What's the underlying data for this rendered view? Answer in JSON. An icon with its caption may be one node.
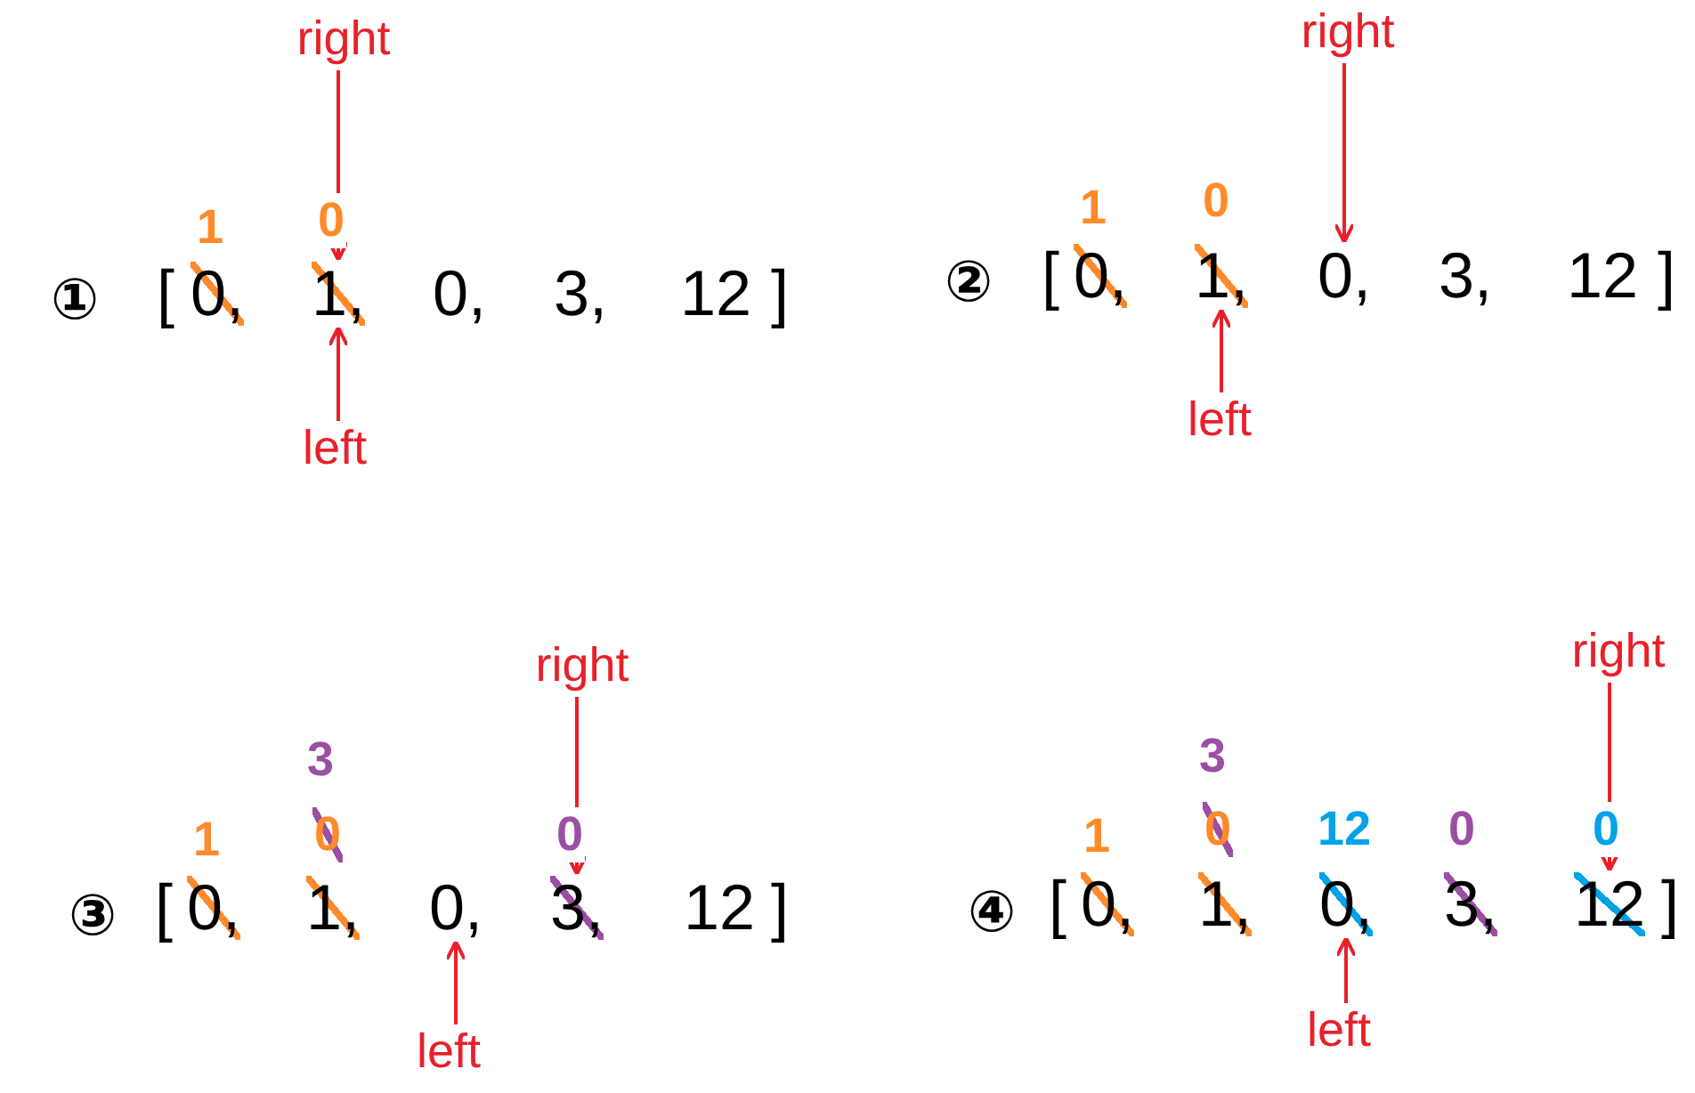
{
  "diagram": {
    "nodes": [
      {
        "text": [
          "right"
        ]
      },
      {
        "text": [
          "0,"
        ]
      },
      {
        "text": [
          "1,"
        ]
      },
      {
        "text": [
          "0,"
        ]
      },
      {
        "text": [
          "3,"
        ]
      },
      {
        "text": [
          "12"
        ]
      },
      {
        "text": [
          "left"
        ]
      },
      {
        "text": [
          "right"
        ]
      },
      {
        "text": [
          "0,"
        ]
      },
      {
        "text": [
          "1,"
        ]
      },
      {
        "text": [
          "0,"
        ]
      },
      {
        "text": [
          "3,"
        ]
      },
      {
        "text": [
          "12"
        ]
      },
      {
        "text": [
          "left"
        ]
      },
      {
        "text": [
          "right"
        ]
      },
      {
        "text": [
          "0,"
        ]
      },
      {
        "text": [
          "1,"
        ]
      },
      {
        "text": [
          "0,"
        ]
      },
      {
        "text": [
          "3,"
        ]
      },
      {
        "text": [
          "12"
        ]
      },
      {
        "text": [
          "left"
        ]
      },
      {
        "text": [
          "right"
        ]
      },
      {
        "text": [
          "0,"
        ]
      },
      {
        "text": [
          "1,"
        ]
      },
      {
        "text": [
          "0,"
        ]
      },
      {
        "text": [
          "3,"
        ]
      },
      {
        "text": [
          "12"
        ]
      },
      {
        "text": [
          "left"
        ]
      }
    ],
    "edges": [
      {
        "from": 0,
        "to": 2,
        "arrow": "to"
      },
      {
        "from": 6,
        "to": 2,
        "arrow": "to"
      },
      {
        "from": 7,
        "to": 10,
        "arrow": "to"
      },
      {
        "from": 13,
        "to": 9,
        "arrow": "to"
      },
      {
        "from": 14,
        "to": 18,
        "arrow": "to"
      },
      {
        "from": 20,
        "to": 17,
        "arrow": "to"
      },
      {
        "from": 21,
        "to": 26,
        "arrow": "to"
      },
      {
        "from": 27,
        "to": 24,
        "arrow": "to"
      }
    ],
    "labels": [
      "1",
      "0",
      "①",
      "[",
      "]",
      "1",
      "0",
      "②",
      "[",
      "]",
      "3",
      "1",
      "0",
      "0",
      "③",
      "[",
      "]",
      "3",
      "1",
      "0",
      "12",
      "0",
      "0",
      "④",
      "[",
      "]"
    ]
  }
}
